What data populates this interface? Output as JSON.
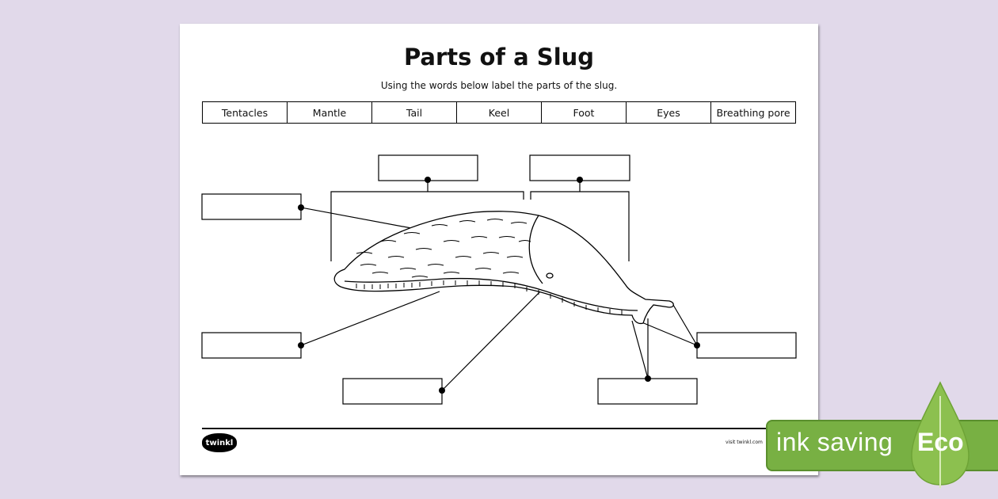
{
  "worksheet": {
    "title": "Parts of a Slug",
    "instructions": "Using the words below label the parts of the slug.",
    "word_bank": [
      "Tentacles",
      "Mantle",
      "Tail",
      "Keel",
      "Foot",
      "Eyes",
      "Breathing pore"
    ],
    "label_boxes_count": 7
  },
  "footer": {
    "logo_text": "twinkl",
    "visit_text": "visit twinkl.com"
  },
  "badge": {
    "text": "ink saving",
    "eco": "Eco",
    "color": "#78b043"
  }
}
